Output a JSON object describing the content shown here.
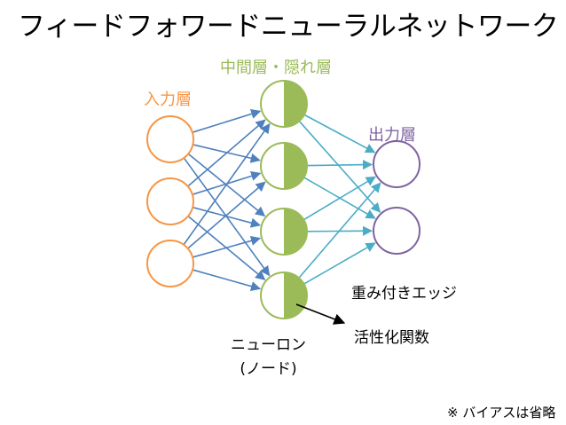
{
  "title": "フィードフォワードニューラルネットワーク",
  "labels": {
    "hidden_layer": "中間層・隠れ層",
    "input_layer": "入力層",
    "output_layer": "出力層",
    "weighted_edge": "重み付きエッジ",
    "activation_function": "活性化関数",
    "neuron": "ニューロン",
    "node": "(ノード)",
    "note": "※ バイアスは省略"
  },
  "colors": {
    "input": "#f79646",
    "hidden": "#9bbb59",
    "output": "#8064a2",
    "edge_input_hidden": "#4f81bd",
    "edge_hidden_output": "#4bacc6",
    "pointer": "#000000"
  },
  "network": {
    "input_nodes": 3,
    "hidden_nodes": 4,
    "output_nodes": 2
  }
}
